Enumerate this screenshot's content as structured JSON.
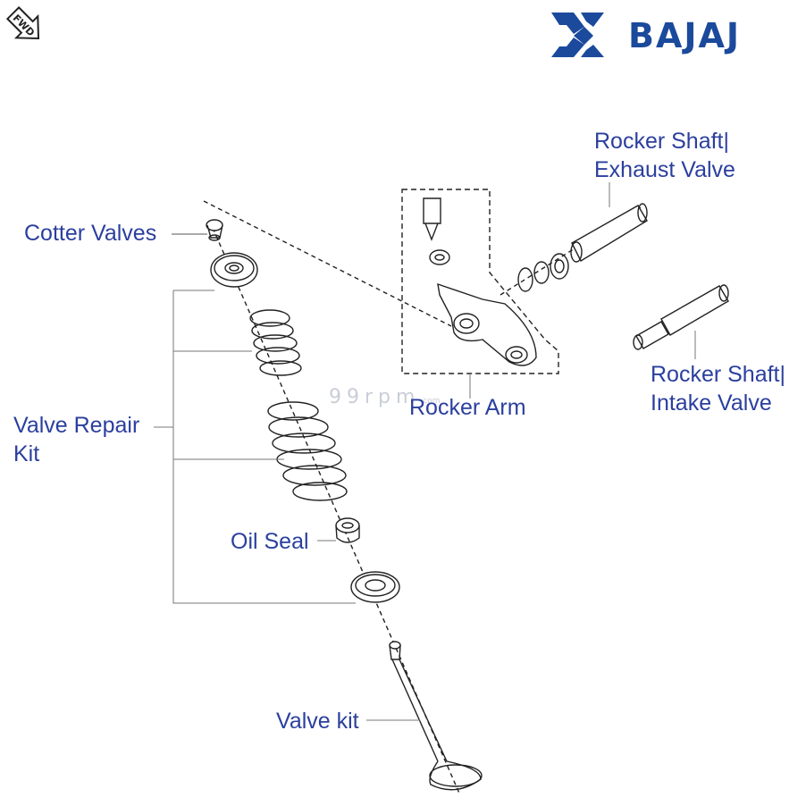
{
  "brand": {
    "name": "BAJAJ",
    "color": "#1b4a9c"
  },
  "fwd_badge": "FWD",
  "watermark": {
    "main": "99rpm",
    "suffix": ".com"
  },
  "labels": {
    "cotter_valves": "Cotter Valves",
    "rocker_shaft_exhaust_line1": "Rocker Shaft|",
    "rocker_shaft_exhaust_line2": "Exhaust Valve",
    "rocker_shaft_intake_line1": "Rocker Shaft|",
    "rocker_shaft_intake_line2": "Intake Valve",
    "rocker_arm": "Rocker Arm",
    "valve_repair_kit_line1": "Valve Repair",
    "valve_repair_kit_line2": "Kit",
    "oil_seal": "Oil Seal",
    "valve_kit": "Valve kit"
  },
  "colors": {
    "label_text": "#2b3f9e",
    "line_art": "#222222"
  }
}
